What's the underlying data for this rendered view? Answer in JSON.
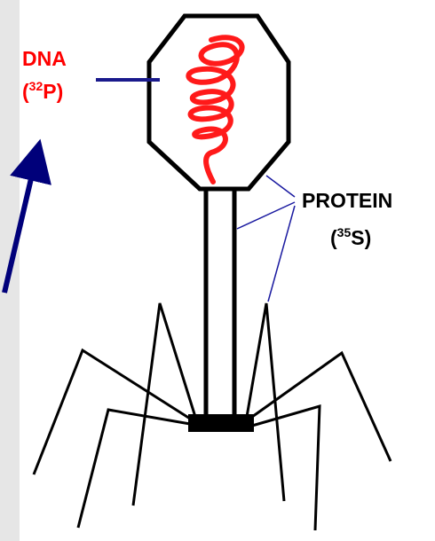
{
  "labels": {
    "dna": "DNA",
    "phosphorus_open": "(",
    "phosphorus_mass": "32",
    "phosphorus_close": "P)",
    "protein": "PROTEIN",
    "sulfur_open": "(",
    "sulfur_mass": "35",
    "sulfur_close": "S)"
  },
  "colors": {
    "background": "#e6e6e6",
    "panel": "#ffffff",
    "dna": "#ff0000",
    "pointer_lines": "#1a1a8c",
    "arrow": "#00007a",
    "phage_outline": "#000000"
  }
}
